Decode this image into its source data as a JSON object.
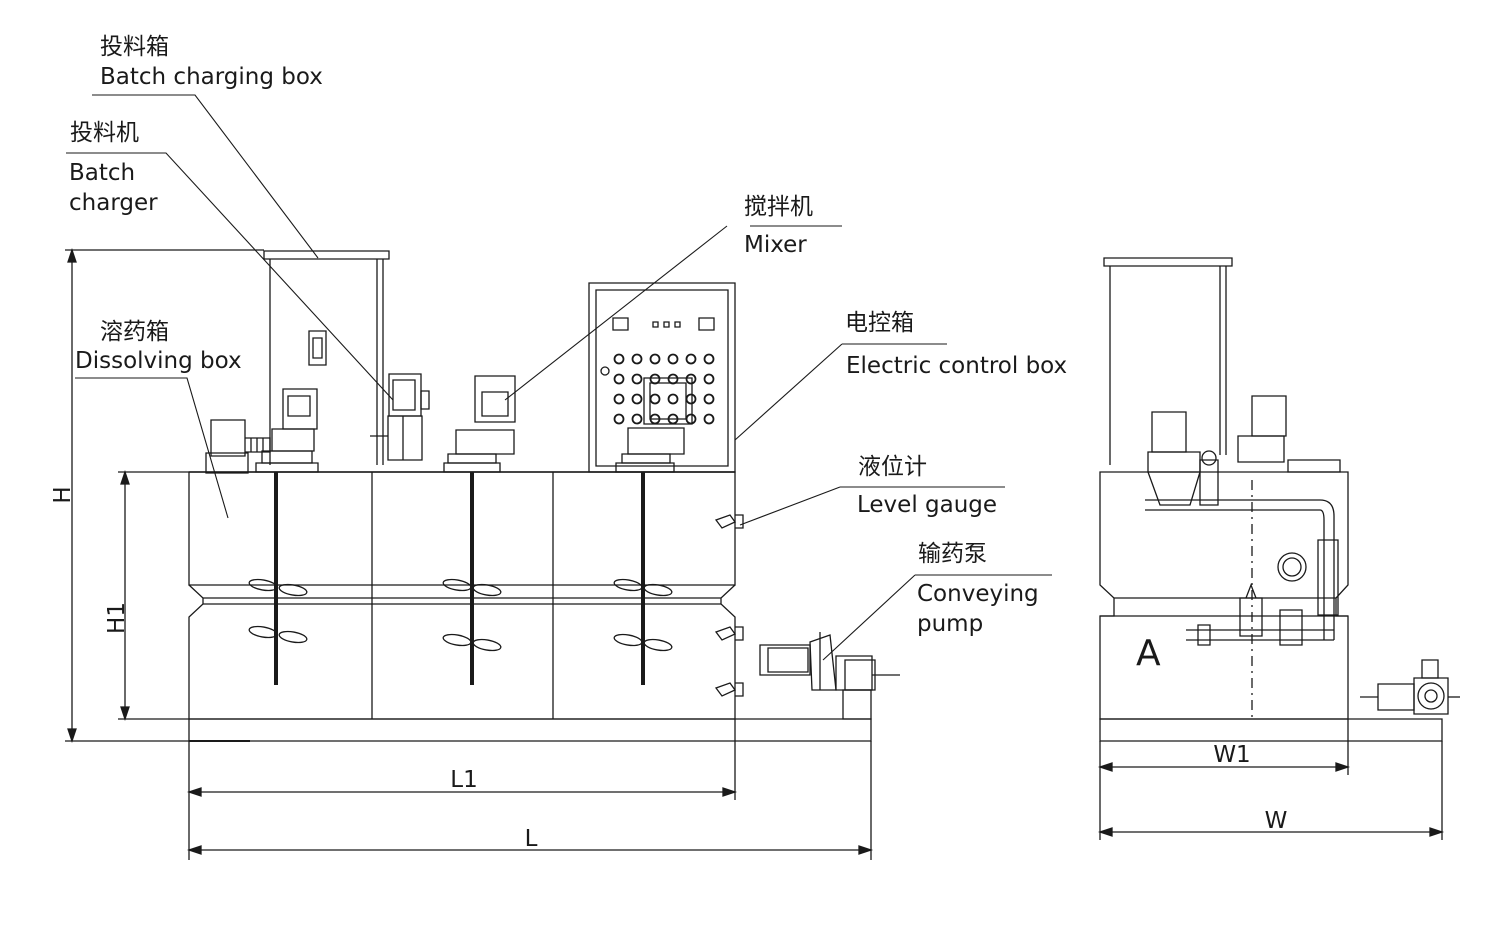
{
  "labels": {
    "batch_box_cn": "投料箱",
    "batch_box_en": "Batch charging box",
    "charger_cn": "投料机",
    "charger_en1": "Batch",
    "charger_en2": "charger",
    "mixer_cn": "搅拌机",
    "mixer_en": "Mixer",
    "dissolving_cn": "溶药箱",
    "dissolving_en": "Dissolving box",
    "control_cn": "电控箱",
    "control_en": "Electric control box",
    "level_cn": "液位计",
    "level_en": "Level gauge",
    "pump_cn": "输药泵",
    "pump_en1": "Conveying",
    "pump_en2": "pump"
  },
  "dimensions": {
    "h": "H",
    "h1": "H1",
    "l1": "L1",
    "l": "L",
    "w1": "W1",
    "w": "W",
    "view_a": "A"
  },
  "colors": {
    "line": "#1a1a1a"
  }
}
